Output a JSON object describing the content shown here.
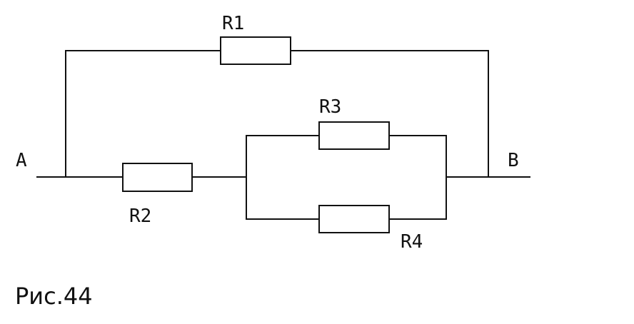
{
  "diagram": {
    "nodes": {
      "a": {
        "label": "A"
      },
      "b": {
        "label": "B"
      }
    },
    "resistors": {
      "r1": {
        "label": "R1"
      },
      "r2": {
        "label": "R2"
      },
      "r3": {
        "label": "R3"
      },
      "r4": {
        "label": "R4"
      }
    },
    "caption": "Рис.44",
    "colors": {
      "line": "#111111",
      "background": "#ffffff"
    }
  }
}
